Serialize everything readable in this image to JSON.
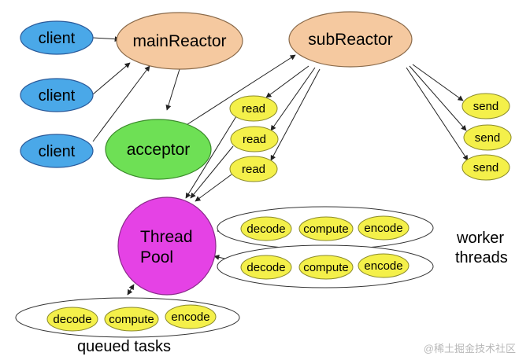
{
  "nodes": {
    "client_1": "client",
    "client_2": "client",
    "client_3": "client",
    "main_reactor": "mainReactor",
    "sub_reactor": "subReactor",
    "acceptor": "acceptor",
    "read_1": "read",
    "read_2": "read",
    "read_3": "read",
    "send_1": "send",
    "send_2": "send",
    "send_3": "send",
    "thread_pool_line1": "Thread",
    "thread_pool_line2": "Pool"
  },
  "worker_row_1": [
    "decode",
    "compute",
    "encode"
  ],
  "worker_row_2": [
    "decode",
    "compute",
    "encode"
  ],
  "queued_row": [
    "decode",
    "compute",
    "encode"
  ],
  "labels": {
    "worker_threads_line1": "worker",
    "worker_threads_line2": "threads",
    "queued_tasks": "queued tasks"
  },
  "watermark": "@稀土掘金技术社区",
  "colors": {
    "client": "#4aa8e8",
    "reactor": "#f5c9a0",
    "acceptor": "#6ee055",
    "task": "#f4f04a",
    "thread_pool": "#e542e5"
  }
}
